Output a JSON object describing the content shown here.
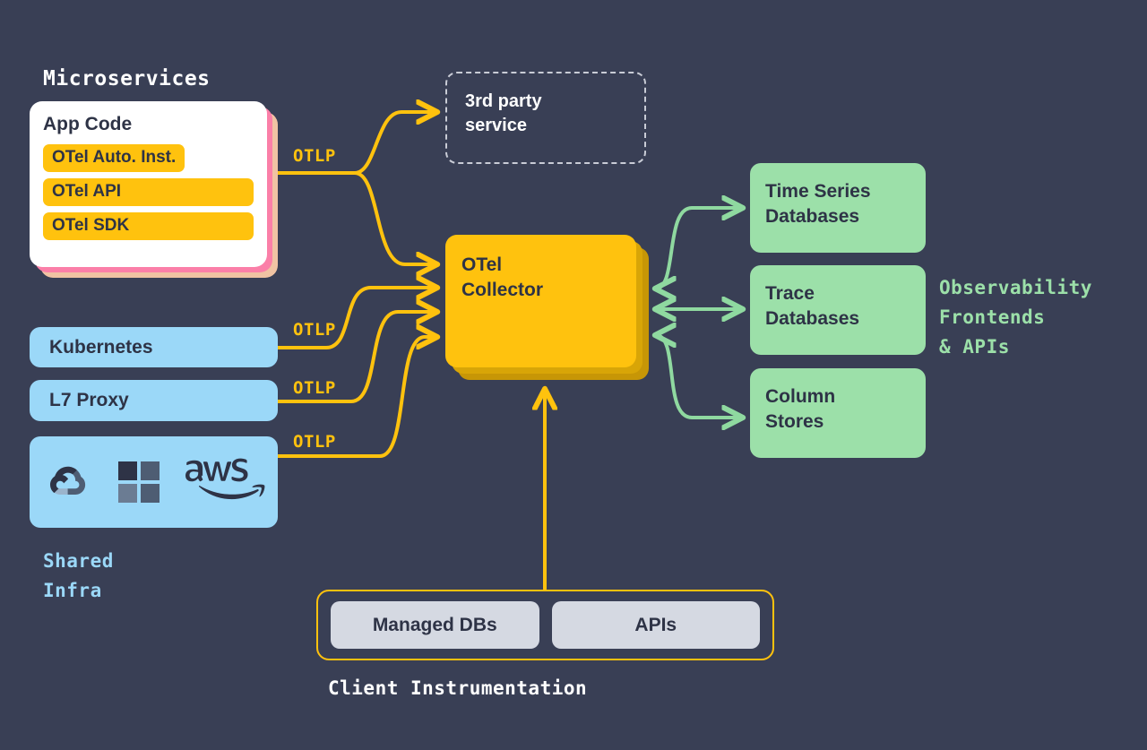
{
  "theme": {
    "background": "#393f55",
    "gold": "#ffc20e",
    "gold_dark": "#d8a507",
    "gold_darker": "#c79606",
    "green": "#9ce0a9",
    "green_arrow": "#8fd9a0",
    "blue": "#9bd8f8",
    "white": "#ffffff",
    "pink": "#fb7fa8",
    "peach": "#f0c3a3",
    "pill_gray": "#d5d9e2",
    "text_dark": "#2e3346",
    "dashed_border": "#c9ccd6"
  },
  "labels": {
    "microservices": "Microservices",
    "shared_infra": "Shared\nInfra",
    "observability": "Observability\nFrontends\n& APIs",
    "client_instrumentation": "Client Instrumentation"
  },
  "microservices_card": {
    "title": "App Code",
    "layers": [
      {
        "label": "OTel Auto. Inst.",
        "width": "fit"
      },
      {
        "label": "OTel API",
        "width": "full"
      },
      {
        "label": "OTel SDK",
        "width": "full"
      }
    ]
  },
  "third_party": {
    "label": "3rd party\nservice"
  },
  "collector": {
    "label": "OTel\nCollector"
  },
  "shared_infra": {
    "items": [
      {
        "label": "Kubernetes",
        "type": "text"
      },
      {
        "label": "L7 Proxy",
        "type": "text"
      },
      {
        "label": "",
        "type": "logos",
        "logos": [
          "google-cloud-logo",
          "azure-logo",
          "aws-logo"
        ]
      }
    ]
  },
  "backends": [
    {
      "label": "Time Series\nDatabases"
    },
    {
      "label": "Trace\nDatabases"
    },
    {
      "label": "Column\nStores"
    }
  ],
  "client_instrumentation": {
    "pills": [
      {
        "label": "Managed DBs"
      },
      {
        "label": "APIs"
      }
    ]
  },
  "connectors": {
    "protocol_label": "OTLP",
    "otlp_labels": [
      {
        "text": "OTLP",
        "from": "microservices",
        "to": "collector-and-3rd-party"
      },
      {
        "text": "OTLP",
        "from": "kubernetes",
        "to": "collector"
      },
      {
        "text": "OTLP",
        "from": "l7-proxy",
        "to": "collector"
      },
      {
        "text": "OTLP",
        "from": "cloud-providers",
        "to": "collector"
      }
    ]
  }
}
